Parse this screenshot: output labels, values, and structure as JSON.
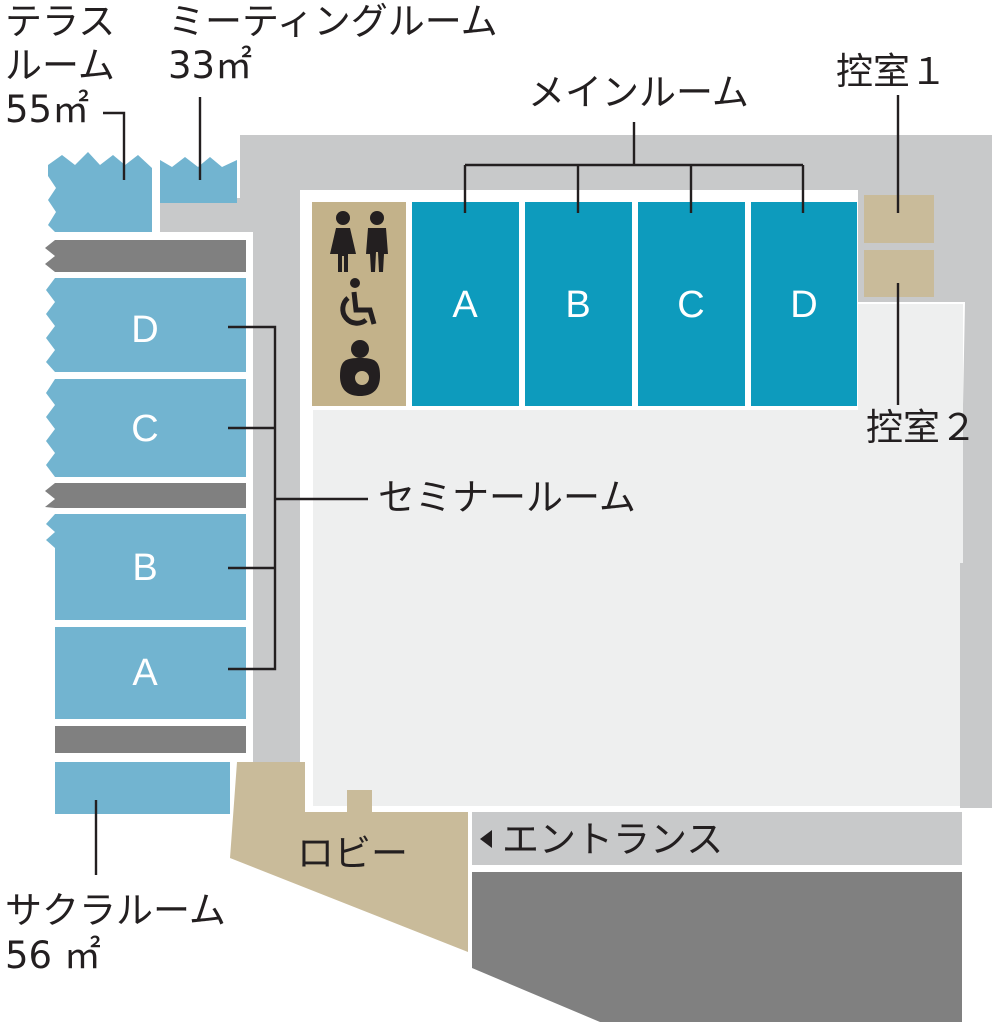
{
  "labels": {
    "terrace_room": [
      "テラス",
      "ルーム",
      "55㎡"
    ],
    "meeting_room": [
      "ミーティングルーム",
      "33㎡"
    ],
    "main_room": "メインルーム",
    "waiting_room_1": "控室１",
    "waiting_room_2": "控室２",
    "seminar_room": "セミナールーム",
    "lobby": "ロビー",
    "entrance": "エントランス",
    "sakura_room": [
      "サクラルーム",
      "56 ㎡"
    ]
  },
  "main_rooms": [
    "A",
    "B",
    "C",
    "D"
  ],
  "seminar_rooms": [
    "D",
    "C",
    "B",
    "A"
  ],
  "icons": [
    "restroom-icon",
    "wheelchair-icon",
    "nursing-room-icon"
  ],
  "colors": {
    "main_room": "#0d9bbd",
    "seminar_room": "#72b4d0",
    "corridor": "#c8c9ca",
    "hall": "#eeefef",
    "dark_block": "#808080",
    "beige": "#c9bb9a",
    "restroom": "#c3b28a",
    "text": "#231f20"
  }
}
